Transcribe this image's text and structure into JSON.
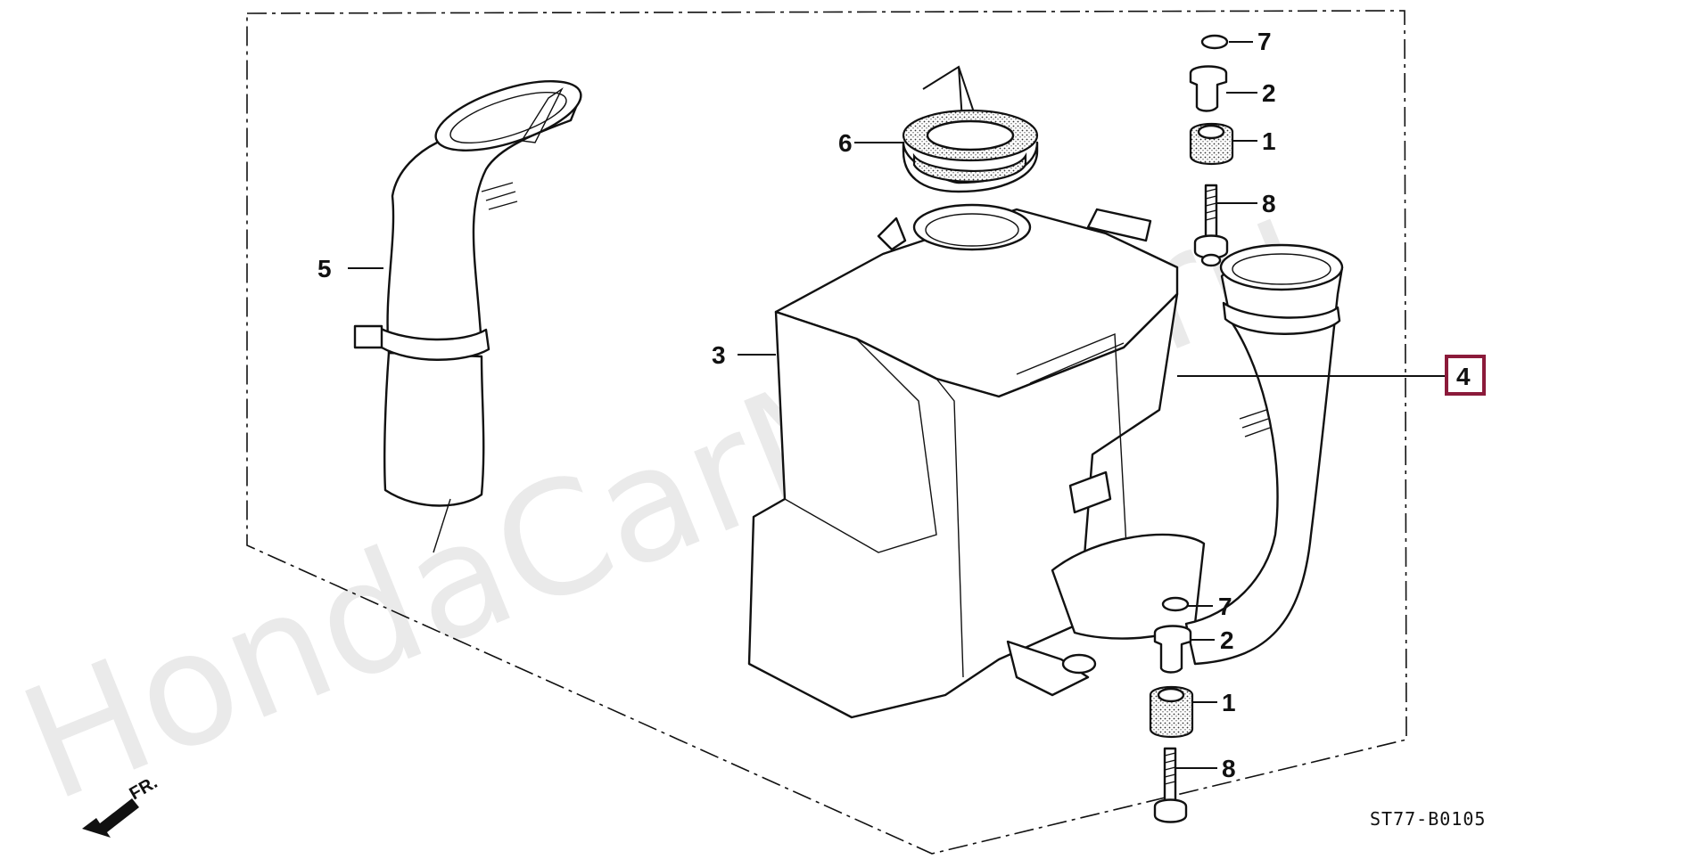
{
  "diagram": {
    "watermark": "HondaCarMine.ru",
    "drawing_code": "ST77-B0105",
    "front_arrow_label": "FR.",
    "assembly_callout": "4",
    "callouts": {
      "one_top": "1",
      "two_top": "2",
      "seven_top": "7",
      "eight_top": "8",
      "three": "3",
      "five": "5",
      "six": "6",
      "seven_bottom": "7",
      "two_bottom": "2",
      "one_bottom": "1",
      "eight_bottom": "8"
    },
    "colors": {
      "line": "#111111",
      "assembly_box": "#8b1a3a",
      "watermark": "#d9d9d9"
    }
  }
}
